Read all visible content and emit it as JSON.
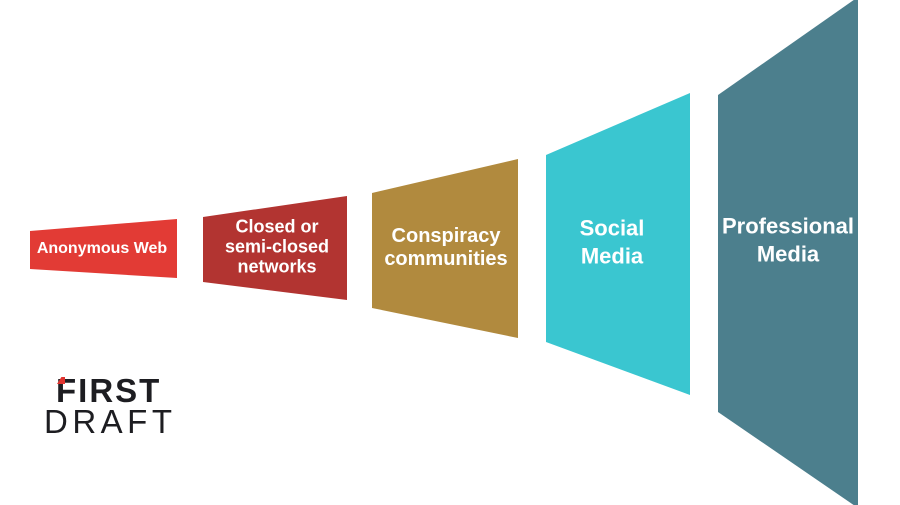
{
  "diagram": {
    "kind": "funnel-amplification-diagram",
    "background_color": "#ffffff",
    "label_text_color": "#ffffff",
    "segments": [
      {
        "id": "anonymous-web",
        "label": "Anonymous Web",
        "label_lines": [
          "Anonymous Web"
        ],
        "color": "#e23b35"
      },
      {
        "id": "closed-networks",
        "label": "Closed or semi-closed networks",
        "label_lines": [
          "Closed or",
          "semi-closed",
          "networks"
        ],
        "color": "#b23431"
      },
      {
        "id": "conspiracy-communities",
        "label": "Conspiracy communities",
        "label_lines": [
          "Conspiracy",
          "communities"
        ],
        "color": "#b18a3e"
      },
      {
        "id": "social-media",
        "label": "Social Media",
        "label_lines": [
          "Social",
          "Media"
        ],
        "color": "#3ac6d0"
      },
      {
        "id": "professional-media",
        "label": "Professional Media",
        "label_lines": [
          "Professional",
          "Media"
        ],
        "color": "#4c7f8d"
      }
    ]
  },
  "logo": {
    "line1": "FIRST",
    "line2": "DRAFT",
    "text_color": "#1d1d21",
    "accent_color": "#e0342f"
  }
}
